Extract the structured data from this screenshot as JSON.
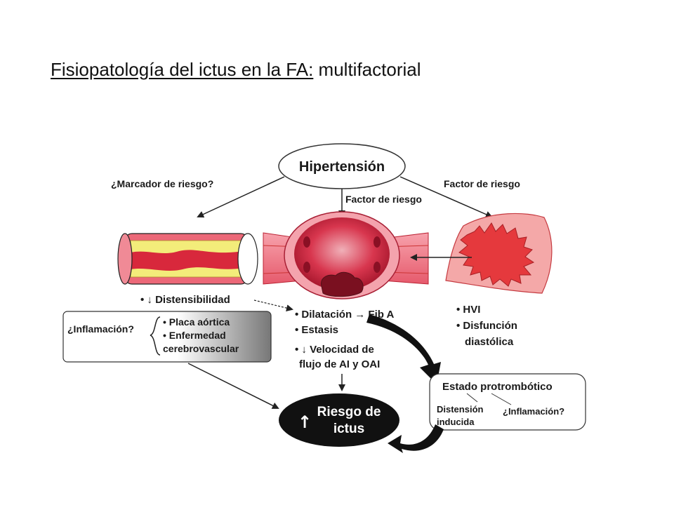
{
  "slide": {
    "title_underlined": "Fisiopatología del ictus en la FA:",
    "title_rest": " multifactorial"
  },
  "diagram": {
    "hypertension": "Hipertensión",
    "left_question": "¿Marcador de riesgo?",
    "center_factor": "Factor de riesgo",
    "right_factor": "Factor de riesgo",
    "distensibility": "• ↓ Distensibilidad",
    "inflammation_box": {
      "question": "¿Inflamación?",
      "item1": "• Placa aórtica",
      "item2": "• Enfermedad",
      "item2b": "cerebrovascular"
    },
    "atrial": {
      "line1": "• Dilatación → Fib A",
      "line2": "• Estasis",
      "line3": "• ↓ Velocidad de",
      "line4": "flujo de AI y OAI"
    },
    "ventricle": {
      "line1": "• HVI",
      "line2": "• Disfunción",
      "line3": "diastólica"
    },
    "prothrombotic": {
      "title": "Estado protrombótico",
      "left1": "Distensión",
      "left2": "inducida",
      "right": "¿Inflamación?"
    },
    "risk": {
      "arrow": "↑",
      "line1": "Riesgo de",
      "line2": "ictus"
    }
  },
  "colors": {
    "artery_red": "#e8475a",
    "plaque_yellow": "#f3ec7a",
    "atrium_dark": "#c0213a",
    "ventricle_red": "#e5393d",
    "ventricle_pale": "#f4a8a8",
    "risk_black": "#111111"
  }
}
